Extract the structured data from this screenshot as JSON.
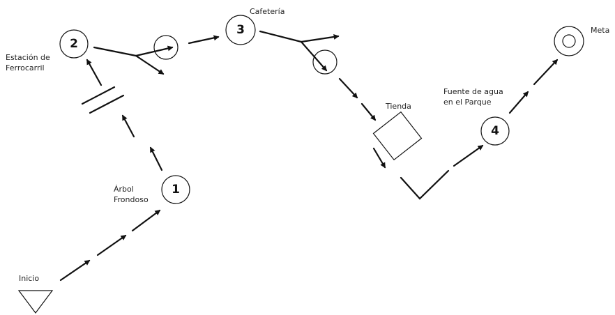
{
  "labels": {
    "inicio": "Inicio",
    "arbol": "Árbol",
    "frondoso": "Frondoso",
    "estacion": "Estación de",
    "ferrocarril": "Ferrocarril",
    "cafeteria": "Cafetería",
    "tienda": "Tienda",
    "fuente_1": "Fuente de agua",
    "fuente_2": "en el Parque",
    "meta": "Meta"
  },
  "checkpoints": {
    "c1": "1",
    "c2": "2",
    "c3": "3",
    "c4": "4"
  }
}
